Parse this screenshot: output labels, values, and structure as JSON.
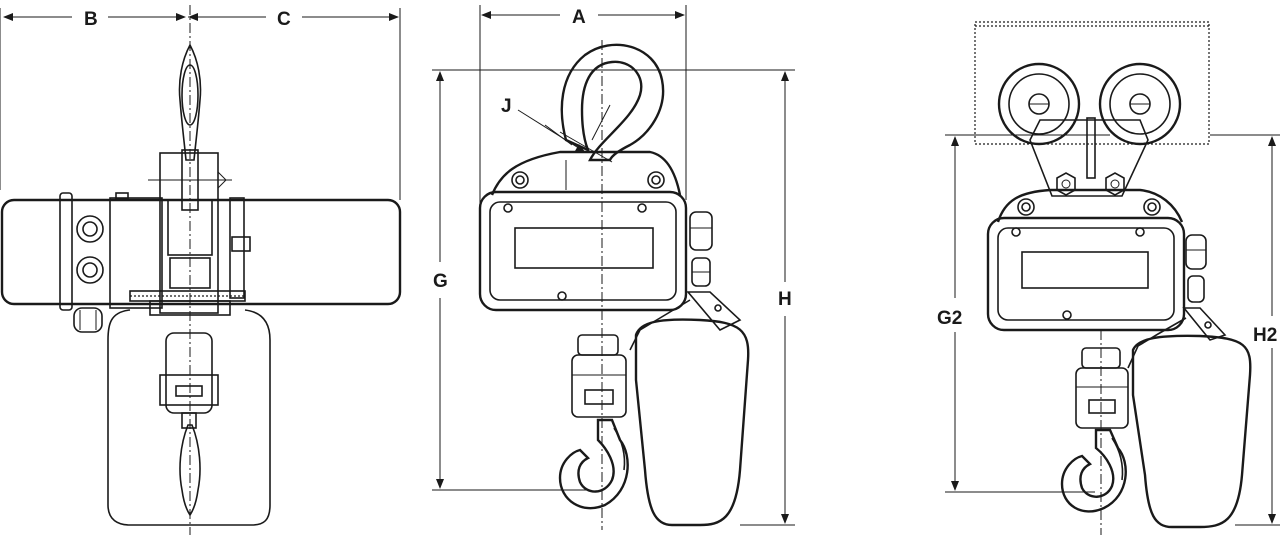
{
  "labels": {
    "B": "B",
    "C": "C",
    "A": "A",
    "J": "J",
    "G": "G",
    "H": "H",
    "G2": "G2",
    "H2": "H2"
  }
}
